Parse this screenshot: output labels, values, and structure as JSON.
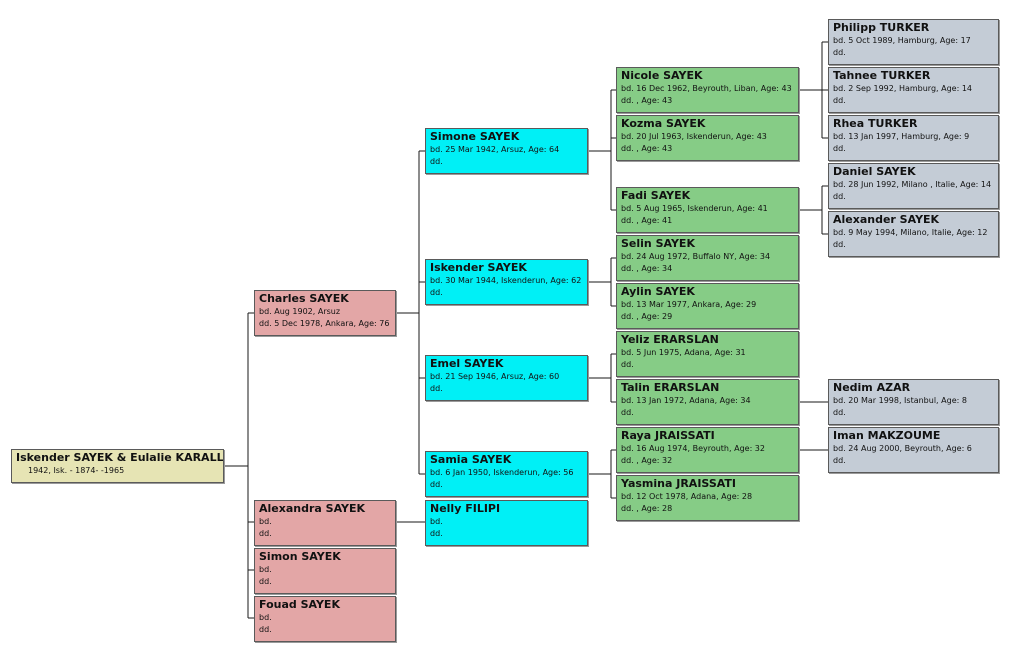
{
  "tree": {
    "root": {
      "name": "Iskender SAYEK & Eulalie KARALLI",
      "line1": "1942, Isk.       -         1874- -1965"
    },
    "children_gen": [
      {
        "id": "charles",
        "name": "Charles SAYEK",
        "line1": "bd. Aug 1902, Arsuz",
        "line2": "dd. 5 Dec 1978, Ankara, Age: 76"
      },
      {
        "id": "alexandra",
        "name": "Alexandra SAYEK",
        "line1": "bd.",
        "line2": "dd."
      },
      {
        "id": "simon",
        "name": "Simon SAYEK",
        "line1": "bd.",
        "line2": "dd."
      },
      {
        "id": "fouad",
        "name": "Fouad SAYEK",
        "line1": "bd.",
        "line2": "dd."
      }
    ],
    "grandchildren_gen": [
      {
        "id": "simone",
        "name": "Simone SAYEK",
        "line1": "bd. 25 Mar 1942, Arsuz, Age: 64",
        "line2": "dd."
      },
      {
        "id": "iskender",
        "name": "Iskender SAYEK",
        "line1": "bd. 30 Mar 1944, Iskenderun, Age: 62",
        "line2": "dd."
      },
      {
        "id": "emel",
        "name": "Emel SAYEK",
        "line1": "bd. 21 Sep 1946, Arsuz, Age: 60",
        "line2": "dd."
      },
      {
        "id": "samia",
        "name": "Samia SAYEK",
        "line1": "bd. 6 Jan 1950, Iskenderun, Age: 56",
        "line2": "dd."
      },
      {
        "id": "nelly",
        "name": "Nelly FILIPI",
        "line1": "bd.",
        "line2": "dd."
      }
    ],
    "great_grandchildren_gen": [
      {
        "id": "nicole",
        "name": "Nicole SAYEK",
        "line1": "bd. 16 Dec 1962, Beyrouth, Liban, Age: 43",
        "line2": "dd. , Age: 43"
      },
      {
        "id": "kozma",
        "name": "Kozma SAYEK",
        "line1": "bd. 20 Jul 1963, Iskenderun, Age: 43",
        "line2": "dd. , Age: 43"
      },
      {
        "id": "fadi",
        "name": "Fadi SAYEK",
        "line1": "bd. 5 Aug 1965, Iskenderun, Age: 41",
        "line2": "dd. , Age: 41"
      },
      {
        "id": "selin",
        "name": "Selin SAYEK",
        "line1": "bd. 24 Aug 1972, Buffalo NY, Age: 34",
        "line2": "dd. , Age: 34"
      },
      {
        "id": "aylin",
        "name": "Aylin SAYEK",
        "line1": "bd. 13 Mar 1977, Ankara, Age: 29",
        "line2": "dd. , Age: 29"
      },
      {
        "id": "yeliz",
        "name": "Yeliz ERARSLAN",
        "line1": "bd. 5 Jun 1975, Adana, Age: 31",
        "line2": "dd."
      },
      {
        "id": "talin",
        "name": "Talin ERARSLAN",
        "line1": "bd. 13 Jan 1972, Adana, Age: 34",
        "line2": "dd."
      },
      {
        "id": "raya",
        "name": "Raya JRAISSATI",
        "line1": "bd. 16 Aug 1974, Beyrouth, Age: 32",
        "line2": "dd. , Age: 32"
      },
      {
        "id": "yasmina",
        "name": "Yasmina JRAISSATI",
        "line1": "bd. 12 Oct 1978, Adana, Age: 28",
        "line2": "dd. , Age: 28"
      }
    ],
    "fifth_gen": [
      {
        "id": "philipp",
        "name": "Philipp TURKER",
        "line1": "bd. 5 Oct 1989, Hamburg, Age: 17",
        "line2": "dd."
      },
      {
        "id": "tahnee",
        "name": "Tahnee TURKER",
        "line1": "bd. 2 Sep 1992, Hamburg, Age: 14",
        "line2": "dd."
      },
      {
        "id": "rhea",
        "name": "Rhea TURKER",
        "line1": "bd. 13 Jan 1997, Hamburg, Age: 9",
        "line2": "dd."
      },
      {
        "id": "daniel",
        "name": "Daniel SAYEK",
        "line1": "bd. 28 Jun 1992, Milano , Italie, Age: 14",
        "line2": "dd."
      },
      {
        "id": "alexander",
        "name": "Alexander SAYEK",
        "line1": "bd. 9 May 1994, Milano, Italie, Age: 12",
        "line2": "dd."
      },
      {
        "id": "nedim",
        "name": "Nedim AZAR",
        "line1": "bd. 20 Mar 1998, Istanbul, Age: 8",
        "line2": "dd."
      },
      {
        "id": "iman",
        "name": "Iman MAKZOUME",
        "line1": "bd. 24 Aug 2000, Beyrouth, Age: 6",
        "line2": "dd."
      }
    ]
  },
  "colors": {
    "root": "#e6e4b4",
    "children": "#e3a6a6",
    "grandchildren": "#00f0f6",
    "great_grandchildren": "#86cc86",
    "fifth": "#c4ccd6",
    "connector": "#1a1a1a"
  }
}
